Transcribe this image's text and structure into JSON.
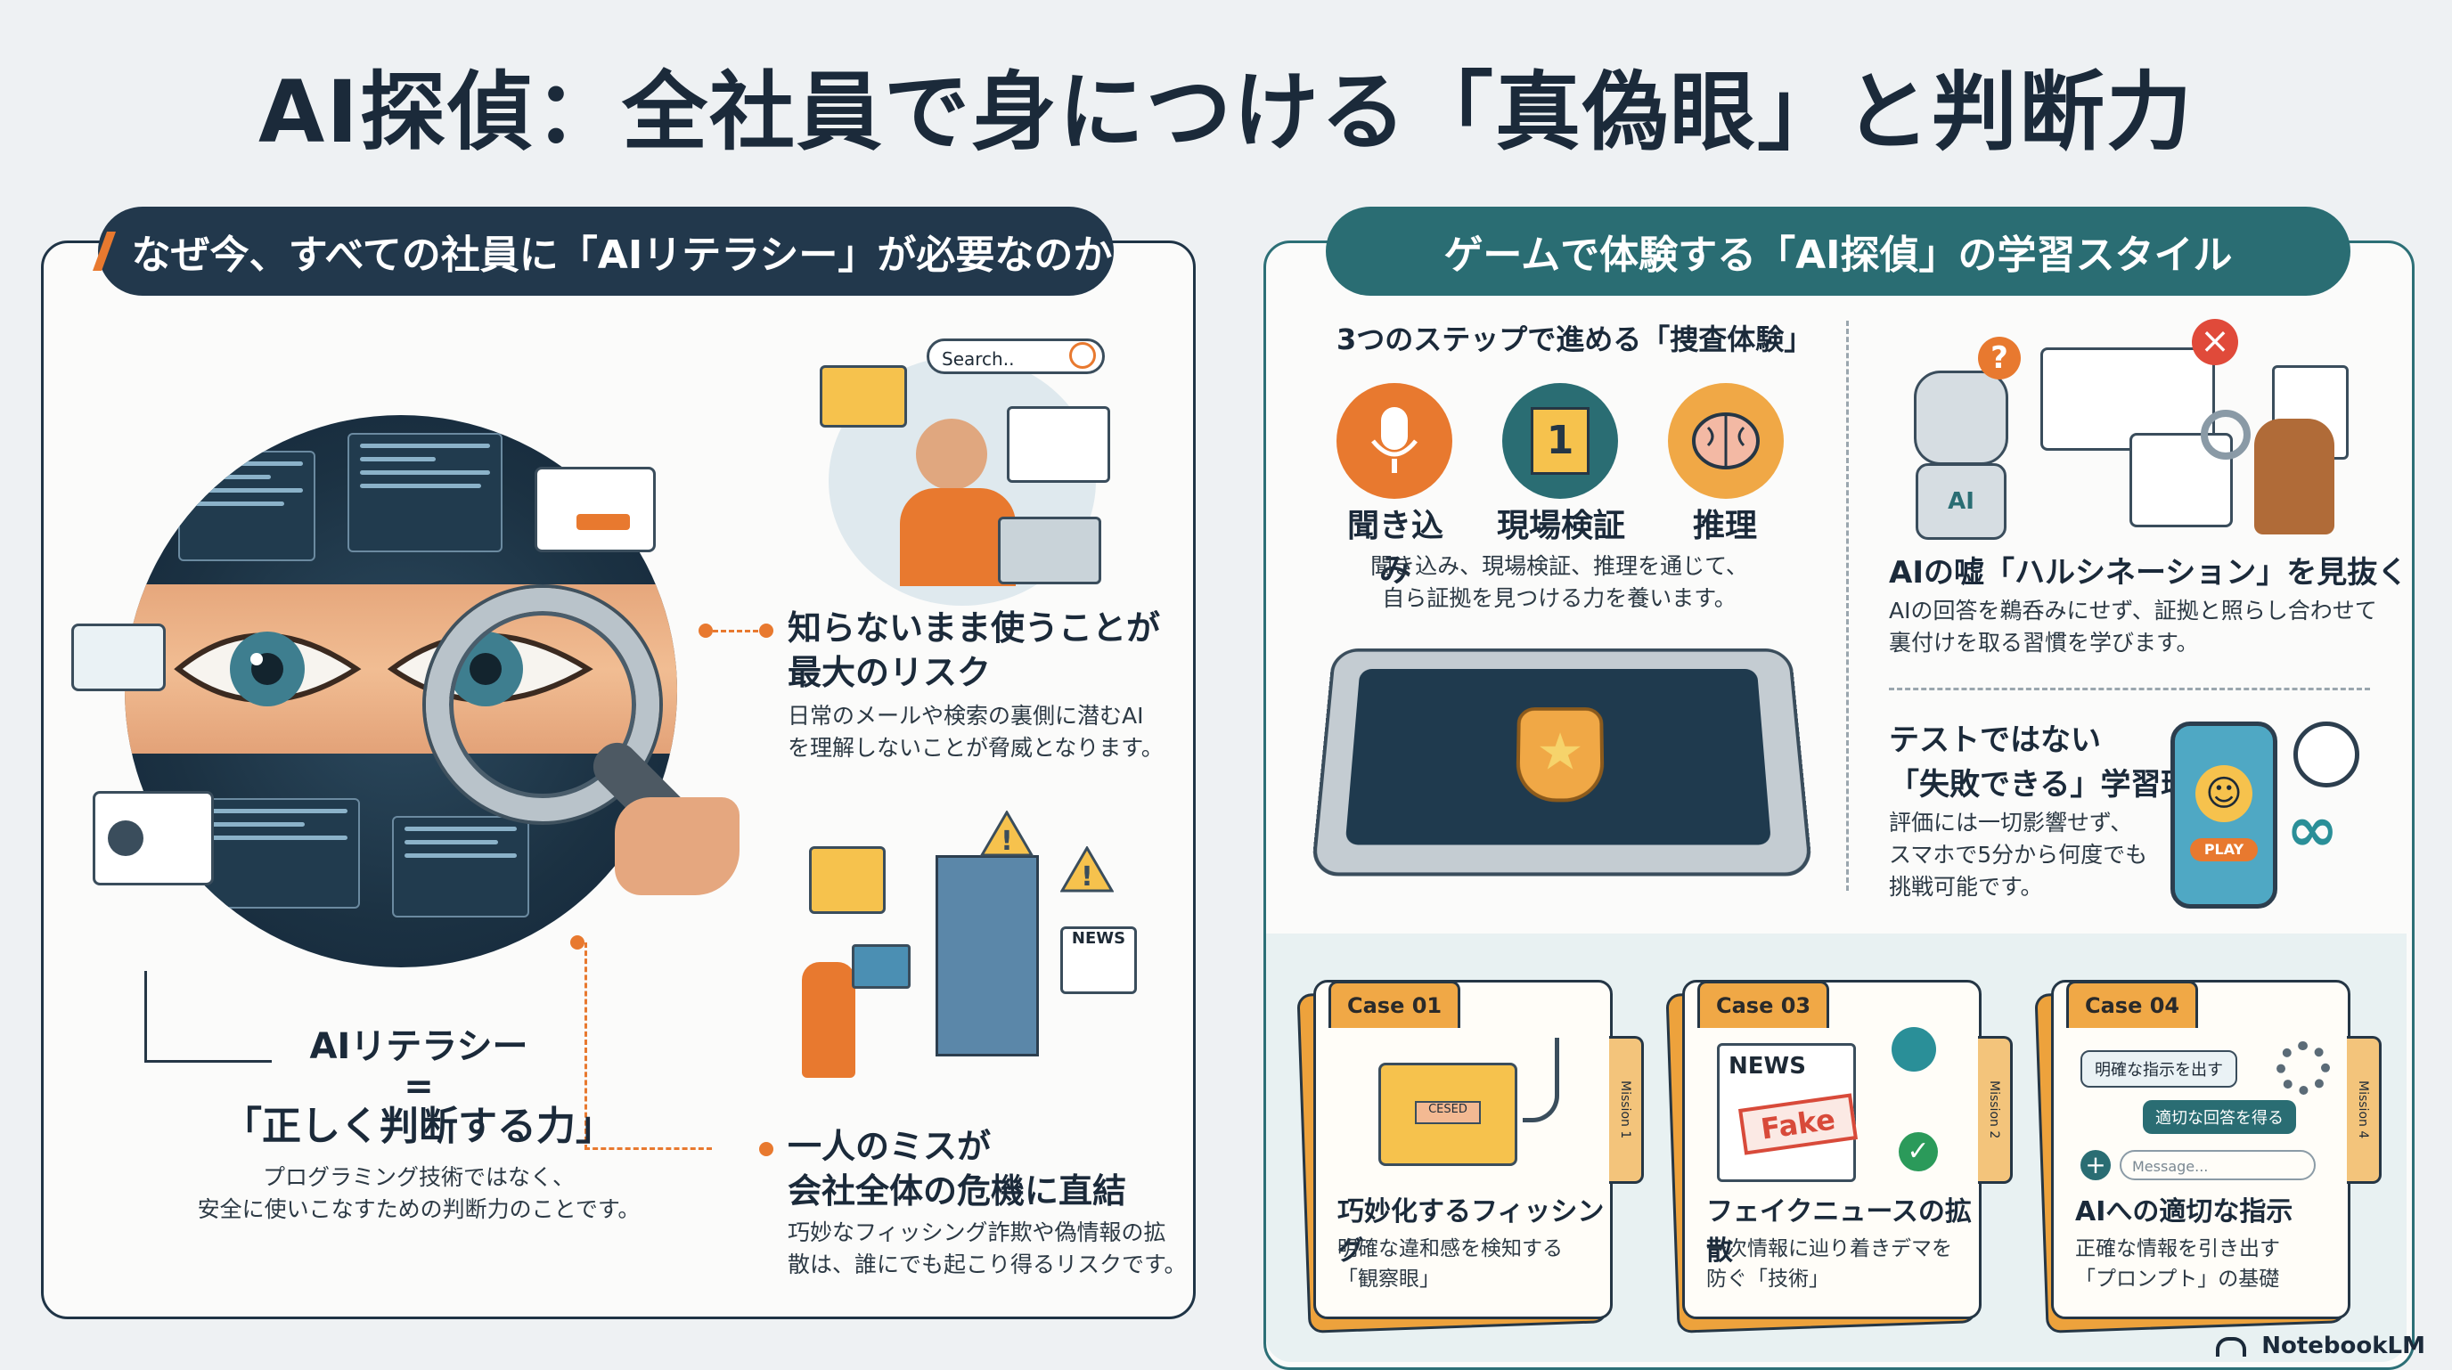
{
  "title": "AI探偵：全社員で身につける「真偽眼」と判断力",
  "left": {
    "header": "なぜ今、すべての社員に「AIリテラシー」が必要なのか",
    "search_placeholder": "Search..",
    "news_label": "NEWS",
    "block1": {
      "title_l1": "知らないまま使うことが",
      "title_l2": "最大のリスク",
      "desc_l1": "日常のメールや検索の裏側に潜むAI",
      "desc_l2": "を理解しないことが脅威となります。"
    },
    "block2": {
      "title_l1": "一人のミスが",
      "title_l2": "会社全体の危機に直結",
      "desc_l1": "巧妙なフィッシング詐欺や偽情報の拡",
      "desc_l2": "散は、誰にでも起こり得るリスクです。"
    },
    "definition": {
      "line1": "AIリテラシー",
      "eq": "=",
      "line2": "「正しく判断する力」",
      "desc_l1": "プログラミング技術ではなく、",
      "desc_l2": "安全に使いこなすための判断力のことです。"
    }
  },
  "right": {
    "header": "ゲームで体験する「AI探偵」の学習スタイル",
    "steps_title": "3つのステップで進める「捜査体験」",
    "steps": [
      "聞き込み",
      "現場検証",
      "推理"
    ],
    "step_badge": "1",
    "steps_desc_l1": "聞き込み、現場検証、推理を通じて、",
    "steps_desc_l2": "自ら証拠を見つける力を養います。",
    "ai_label": "AI",
    "hallucination": {
      "title": "AIの嘘「ハルシネーション」を見抜く",
      "desc_l1": "AIの回答を鵜呑みにせず、証拠と照らし合わせて",
      "desc_l2": "裏付けを取る習慣を学びます。"
    },
    "fail": {
      "title_l1": "テストではない",
      "title_l2": "「失敗できる」学習環境",
      "desc_l1": "評価には一切影響せず、",
      "desc_l2": "スマホで5分から何度でも",
      "desc_l3": "挑戦可能です。",
      "play_label": "PLAY"
    },
    "cases": [
      {
        "case": "Case 01",
        "mission": "Mission 1",
        "title": "巧妙化するフィッシング",
        "desc_l1": "明確な違和感を検知する",
        "desc_l2": "「観察眼」",
        "stamp": "CESED"
      },
      {
        "case": "Case 03",
        "mission": "Mission 2",
        "title": "フェイクニュースの拡散",
        "desc_l1": "一次情報に辿り着きデマを",
        "desc_l2": "防ぐ「技術」",
        "news": "NEWS",
        "fake": "Fake"
      },
      {
        "case": "Case 04",
        "mission": "Mission 4",
        "title": "AIへの適切な指示",
        "desc_l1": "正確な情報を引き出す",
        "desc_l2": "「プロンプト」の基礎",
        "chat1": "明確な指示を出す",
        "chat2": "適切な回答を得る",
        "chat_placeholder": "Message..."
      }
    ]
  },
  "footer": "NotebookLM",
  "colors": {
    "navy": "#22384c",
    "teal": "#2a6d73",
    "orange": "#e8792f",
    "amber": "#f0a846"
  }
}
